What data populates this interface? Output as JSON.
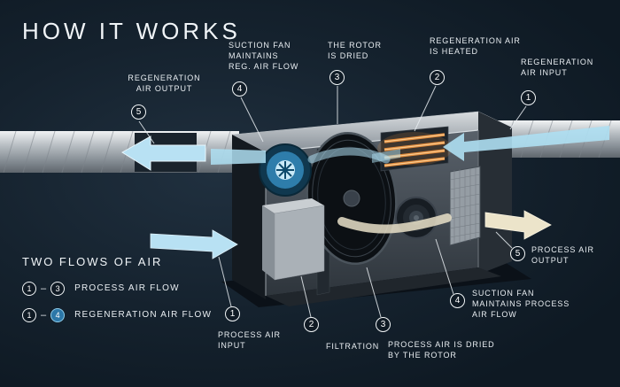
{
  "title": "HOW IT WORKS",
  "colors": {
    "background": "#15222e",
    "text": "#e9eef2",
    "flow_blue": "#aedff2",
    "flow_cream": "#ece4ca",
    "heater_orange": "#e08a3c",
    "legend_regen_circle_fill": "#2c77a8"
  },
  "callouts": [
    {
      "num": "5",
      "label": "REGENERATION\nAIR OUTPUT"
    },
    {
      "num": "4",
      "label": "SUCTION FAN\nMAINTAINS\nREG. AIR FLOW"
    },
    {
      "num": "3",
      "label": "THE ROTOR\nIS DRIED"
    },
    {
      "num": "2",
      "label": "REGENERATION AIR\nIS HEATED"
    },
    {
      "num": "1",
      "label": "REGENERATION\nAIR INPUT"
    },
    {
      "num": "5",
      "label": "PROCESS AIR\nOUTPUT"
    },
    {
      "num": "4",
      "label": "SUCTION FAN\nMAINTAINS PROCESS\nAIR FLOW"
    },
    {
      "num": "3",
      "label": "PROCESS AIR IS DRIED\nBY THE ROTOR"
    },
    {
      "num": "2",
      "label": "FILTRATION"
    },
    {
      "num": "1",
      "label": "PROCESS AIR\nINPUT"
    }
  ],
  "legend": {
    "title": "TWO FLOWS OF AIR",
    "separator": "–",
    "rows": [
      {
        "from": "1",
        "to": "3",
        "label": "PROCESS AIR FLOW"
      },
      {
        "from": "1",
        "to": "4",
        "label": "REGENERATION AIR FLOW"
      }
    ]
  }
}
